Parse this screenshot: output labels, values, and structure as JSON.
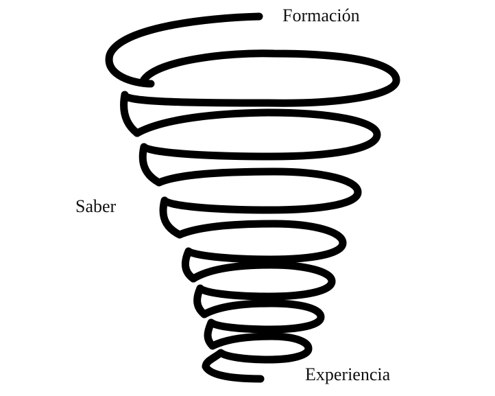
{
  "labels": {
    "top": "Formación",
    "middle": "Saber",
    "bottom": "Experiencia"
  },
  "colors": {
    "stroke": "#000000",
    "text": "#111111",
    "background": "#ffffff"
  },
  "shape": "inverted-cone-spiral"
}
